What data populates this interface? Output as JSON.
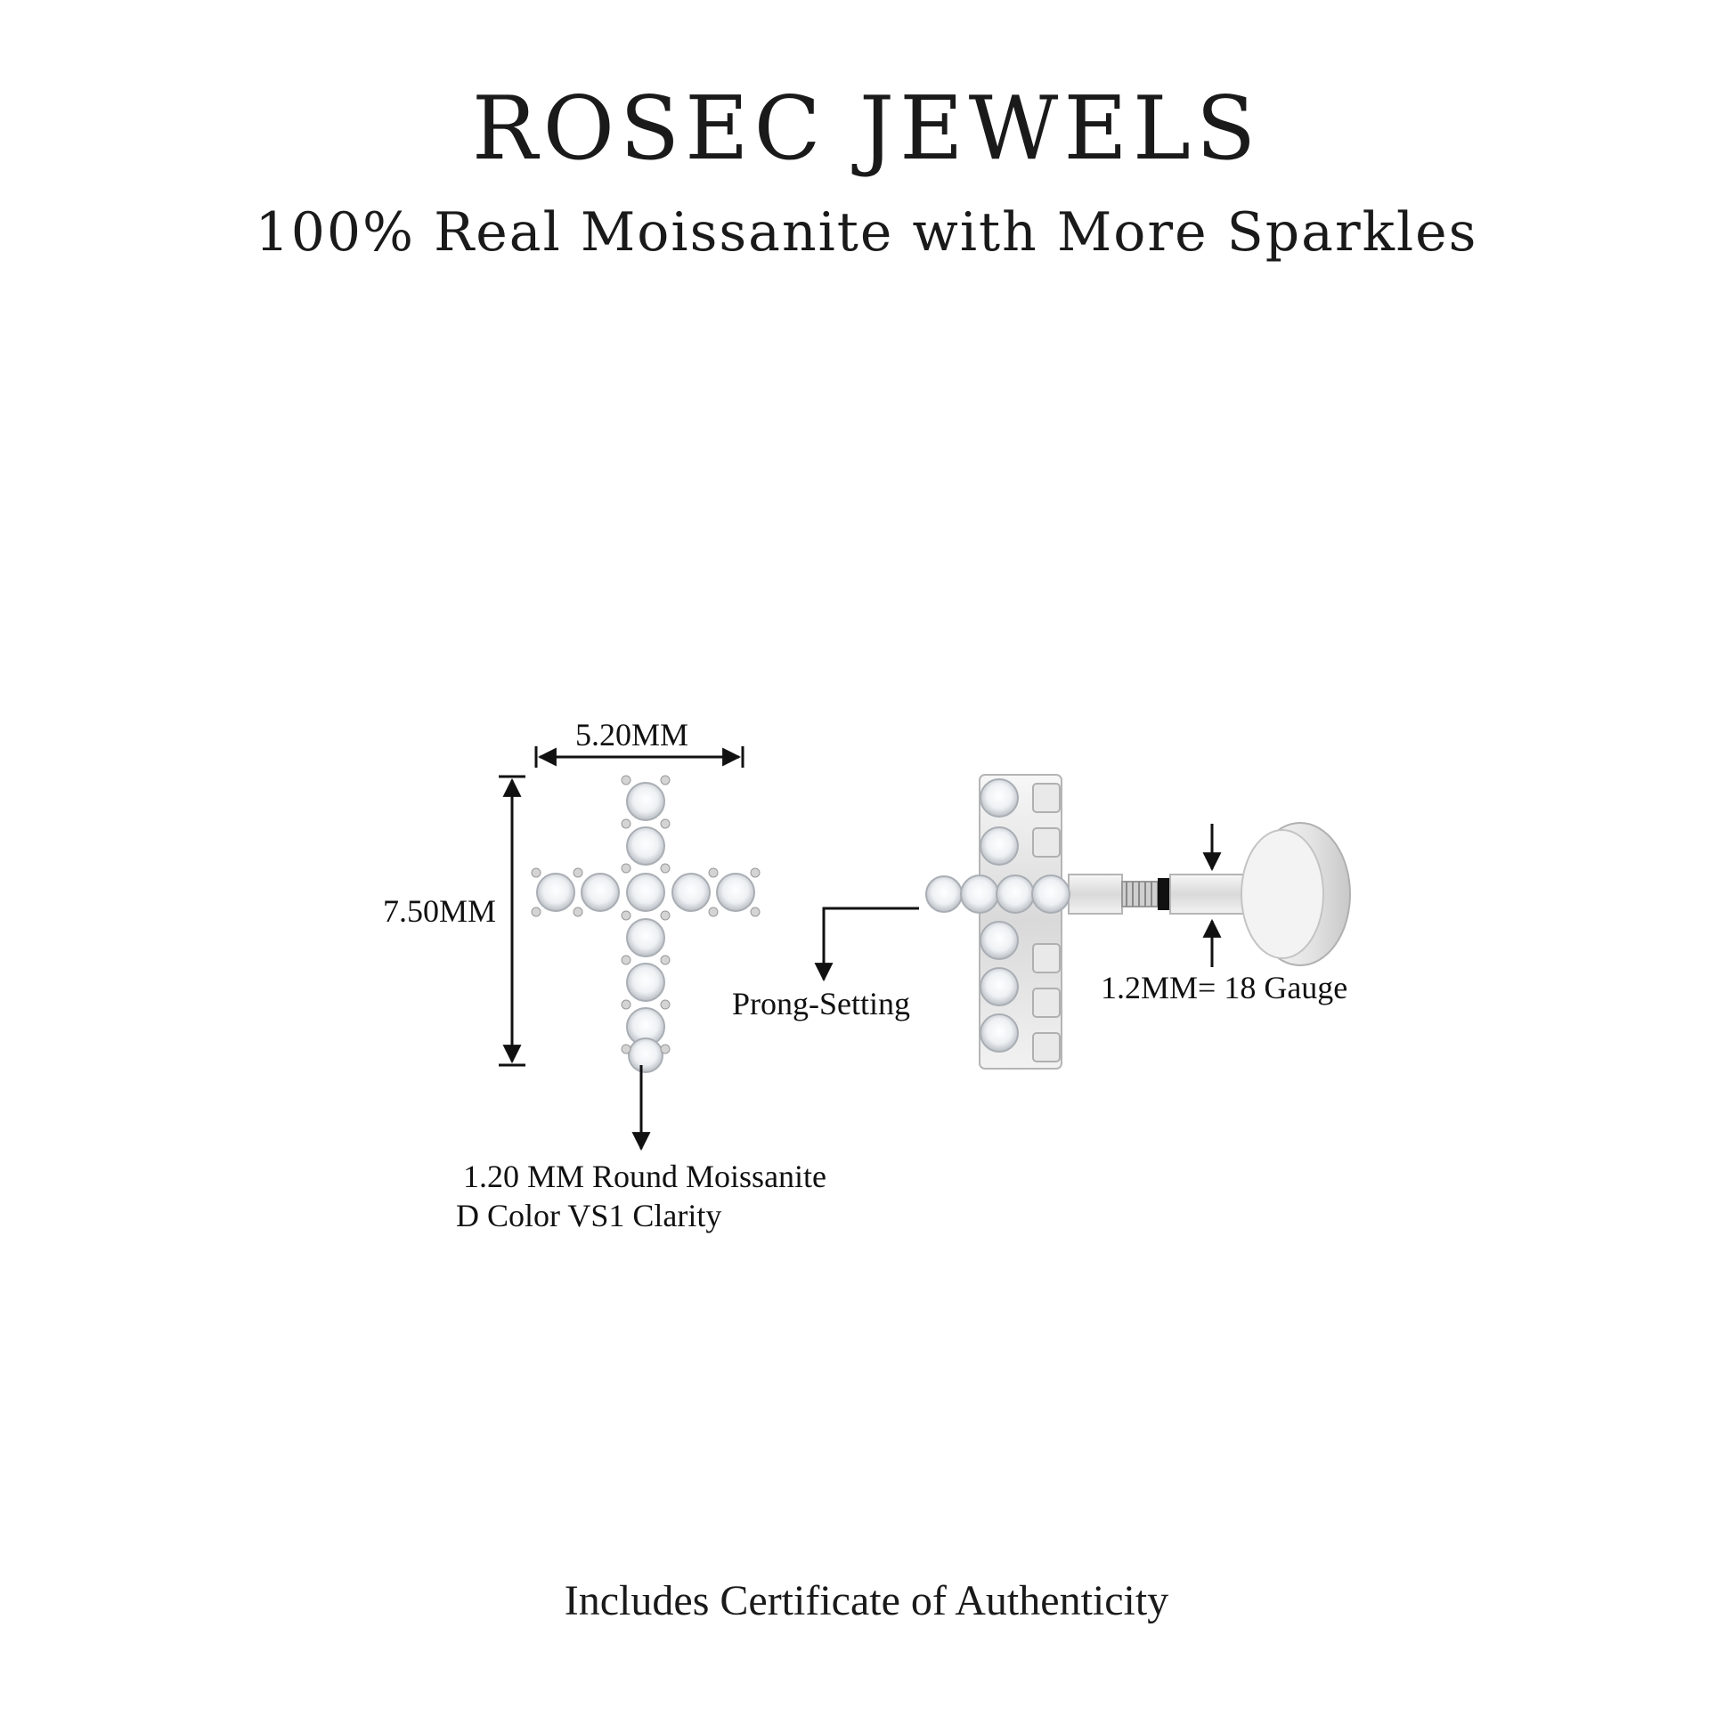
{
  "header": {
    "brand": "ROSEC JEWELS",
    "tagline": "100% Real Moissanite with More Sparkles"
  },
  "dimensions": {
    "width_label": "5.20MM",
    "height_label": "7.50MM",
    "stone_line1": "1.20 MM Round Moissanite",
    "stone_line2": "D Color VS1 Clarity",
    "setting_label": "Prong-Setting",
    "gauge_label": "1.2MM= 18 Gauge"
  },
  "footer": {
    "certificate": "Includes Certificate of Authenticity"
  },
  "colors": {
    "metal": "#e6e6e6",
    "stone": "#f4f6f8",
    "line": "#111111"
  }
}
